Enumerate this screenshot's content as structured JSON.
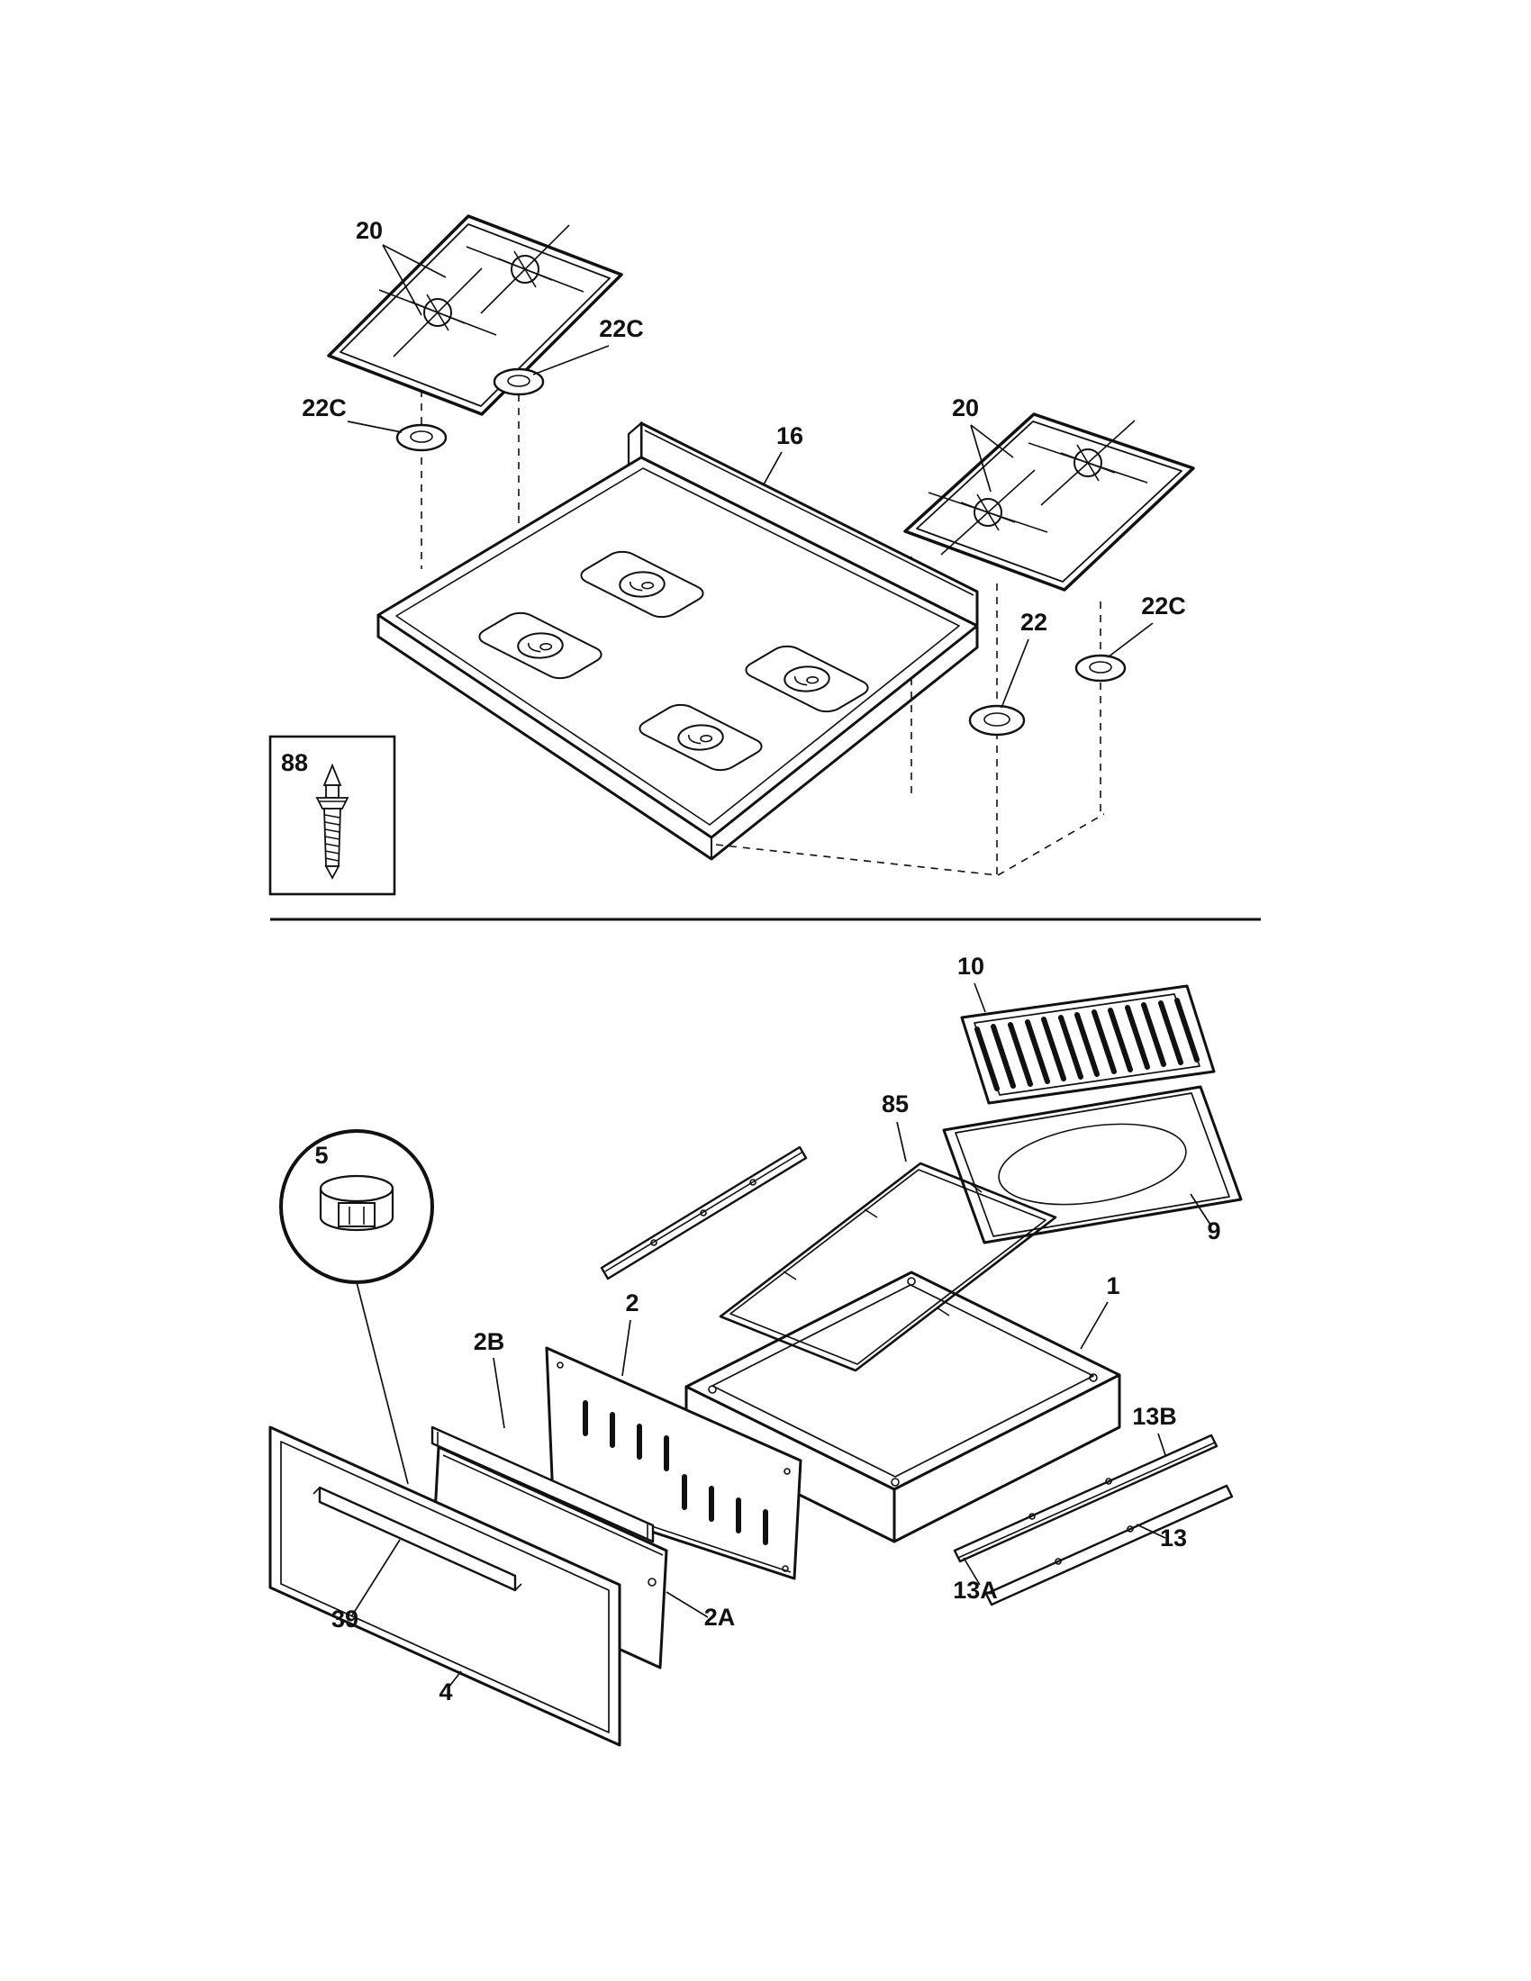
{
  "diagram": {
    "type": "exploded-parts-diagram",
    "background": "#ffffff",
    "line_color": "#111111",
    "labels": {
      "l20_left": "20",
      "l22c_top": "22C",
      "l22c_left": "22C",
      "l16": "16",
      "l20_right": "20",
      "l22": "22",
      "l22c_right": "22C",
      "l88": "88",
      "l10": "10",
      "l85": "85",
      "l9": "9",
      "l5": "5",
      "l2": "2",
      "l2b": "2B",
      "l1": "1",
      "l13b": "13B",
      "l13": "13",
      "l13a": "13A",
      "l2a": "2A",
      "l39": "39",
      "l4": "4"
    }
  }
}
